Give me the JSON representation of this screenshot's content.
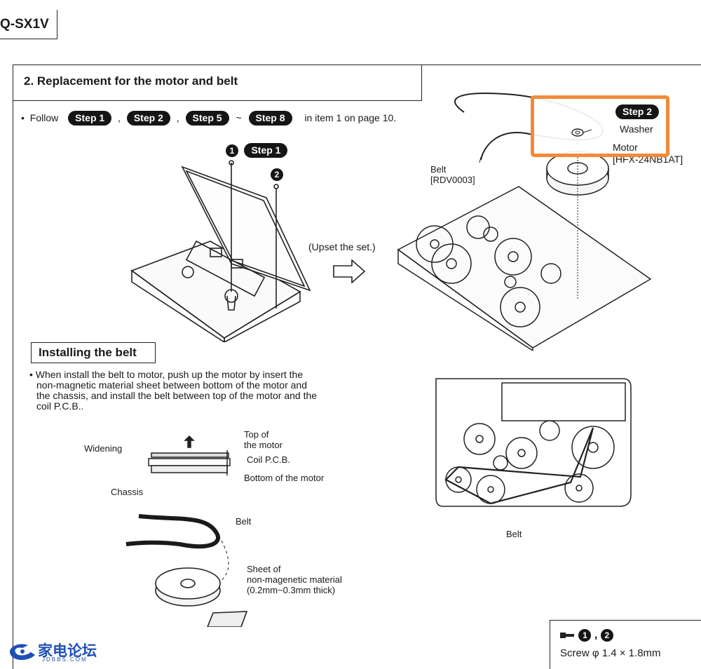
{
  "header": {
    "model": "Q-SX1V"
  },
  "section": {
    "title": "2. Replacement for the motor and belt"
  },
  "follow": {
    "bullet": "•",
    "word": "Follow",
    "step1": "Step 1",
    "sep1": ",",
    "step2": "Step 2",
    "sep2": ",",
    "step5": "Step 5",
    "tilde": "~",
    "step8": "Step 8",
    "tail": "in item 1 on page 10."
  },
  "figure1": {
    "step_label": "Step 1",
    "screw1": "1",
    "screw2": "2"
  },
  "arrow": {
    "label": "(Upset the set.)"
  },
  "figure2": {
    "step_label": "Step 2",
    "washer": "Washer",
    "motor": "Motor",
    "motor_part": "[HFX-24NB1AT]",
    "belt": "Belt",
    "belt_part": "[RDV0003]"
  },
  "install": {
    "heading": "Installing the belt",
    "bullet": "•",
    "text": "When install the belt to motor, push up the motor by insert the non-magnetic material sheet between bottom of the motor and the chassis, and install the belt between top of the motor and the coil P.C.B.."
  },
  "fig3": {
    "widening": "Widening",
    "top1": "Top of",
    "top2": "the motor",
    "coil": "Coil P.C.B.",
    "bottom": "Bottom of the motor",
    "chassis": "Chassis"
  },
  "fig4": {
    "belt": "Belt",
    "sheet1": "Sheet  of",
    "sheet2": "non-magenetic material",
    "sheet3": "(0.2mm~0.3mm thick)"
  },
  "fig5": {
    "belt": "Belt"
  },
  "screw": {
    "n1": "1",
    "comma": ",",
    "n2": "2",
    "spec": "Screw  φ 1.4 × 1.8mm"
  },
  "watermark": {
    "main": "家电论坛",
    "sub": "JDBBS.COM"
  }
}
